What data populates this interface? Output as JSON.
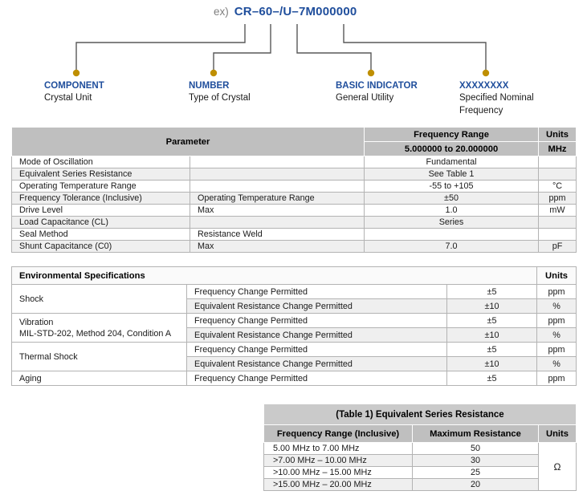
{
  "colors": {
    "accent_blue": "#1F4E9C",
    "dot_gold": "#BF8F00",
    "connector_line": "#595959",
    "header_gray": "#BFBFBF",
    "alt_row_gray": "#EFEFEF"
  },
  "part_number_diagram": {
    "prefix": "ex)",
    "part_number": "CR–60–/U–7M000000",
    "labels": [
      {
        "title": "COMPONENT",
        "subtitle": "Crystal Unit"
      },
      {
        "title": "NUMBER",
        "subtitle": "Type of Crystal"
      },
      {
        "title": "BASIC INDICATOR",
        "subtitle": "General Utility"
      },
      {
        "title": "XXXXXXXX",
        "subtitle": "Specified Nominal Frequency"
      }
    ]
  },
  "parameter_table": {
    "header": {
      "parameter": "Parameter",
      "frequency_range": "Frequency Range",
      "range_value": "5.000000 to 20.000000",
      "units": "Units",
      "units_value": "MHz"
    },
    "rows": [
      {
        "name": "Mode of Oscillation",
        "condition": "",
        "value": "Fundamental",
        "unit": ""
      },
      {
        "name": "Equivalent Series Resistance",
        "condition": "",
        "value": "See Table 1",
        "unit": ""
      },
      {
        "name": "Operating Temperature Range",
        "condition": "",
        "value": "-55 to +105",
        "unit": "°C"
      },
      {
        "name": "Frequency Tolerance (Inclusive)",
        "condition": "Operating Temperature Range",
        "value": "±50",
        "unit": "ppm"
      },
      {
        "name": "Drive Level",
        "condition": "Max",
        "value": "1.0",
        "unit": "mW"
      },
      {
        "name": "Load Capacitance (CL)",
        "condition": "",
        "value": "Series",
        "unit": ""
      },
      {
        "name": "Seal Method",
        "condition": "Resistance Weld",
        "value": "",
        "unit": ""
      },
      {
        "name": "Shunt Capacitance (C0)",
        "condition": "Max",
        "value": "7.0",
        "unit": "pF"
      }
    ]
  },
  "environmental_table": {
    "header": {
      "title": "Environmental Specifications",
      "units": "Units"
    },
    "groups": [
      {
        "name": "Shock",
        "name2": "",
        "rows": [
          {
            "test": "Frequency Change Permitted",
            "value": "±5",
            "unit": "ppm"
          },
          {
            "test": "Equivalent Resistance Change Permitted",
            "value": "±10",
            "unit": "%"
          }
        ]
      },
      {
        "name": "Vibration",
        "name2": "MIL-STD-202, Method 204, Condition A",
        "rows": [
          {
            "test": "Frequency Change Permitted",
            "value": "±5",
            "unit": "ppm"
          },
          {
            "test": "Equivalent Resistance Change Permitted",
            "value": "±10",
            "unit": "%"
          }
        ]
      },
      {
        "name": "Thermal Shock",
        "name2": "",
        "rows": [
          {
            "test": "Frequency Change Permitted",
            "value": "±5",
            "unit": "ppm"
          },
          {
            "test": "Equivalent Resistance Change Permitted",
            "value": "±10",
            "unit": "%"
          }
        ]
      },
      {
        "name": "Aging",
        "name2": "",
        "rows": [
          {
            "test": "Frequency Change Permitted",
            "value": "±5",
            "unit": "ppm"
          }
        ]
      }
    ]
  },
  "esr_table": {
    "title": "(Table 1) Equivalent Series Resistance",
    "header": {
      "range": "Frequency Range (Inclusive)",
      "resistance": "Maximum Resistance",
      "units": "Units"
    },
    "rows": [
      {
        "range": "5.00 MHz to 7.00 MHz",
        "resistance": "50"
      },
      {
        "range": ">7.00 MHz – 10.00 MHz",
        "resistance": "30"
      },
      {
        "range": ">10.00 MHz – 15.00 MHz",
        "resistance": "25"
      },
      {
        "range": ">15.00 MHz – 20.00 MHz",
        "resistance": "20"
      }
    ],
    "unit": "Ω"
  }
}
